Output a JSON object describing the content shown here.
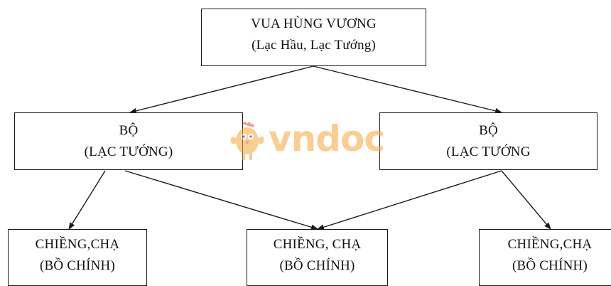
{
  "diagram": {
    "top": {
      "line1": "VUA HÙNG VƯƠNG",
      "line2": "(Lạc Hầu, Lạc Tướng)"
    },
    "mid_left": {
      "line1": "BỘ",
      "line2": "(LẠC TƯỚNG)"
    },
    "mid_right": {
      "line1": "BỘ",
      "line2": "(LẠC TƯỚNG"
    },
    "bottom_left": {
      "line1": "CHIỀNG,CHẠ",
      "line2": "(BỒ CHÍNH)"
    },
    "bottom_mid": {
      "line1": "CHIỀNG, CHẠ",
      "line2": "(BỒ CHÍNH)"
    },
    "bottom_right": {
      "line1": "CHIỀNG,CHẠ",
      "line2": "(BỒ CHÍNH)"
    }
  },
  "watermark": {
    "text": "vndoc",
    "color": "#f6a53a"
  },
  "colors": {
    "line": "#1a1a1a",
    "background": "#ffffff"
  }
}
